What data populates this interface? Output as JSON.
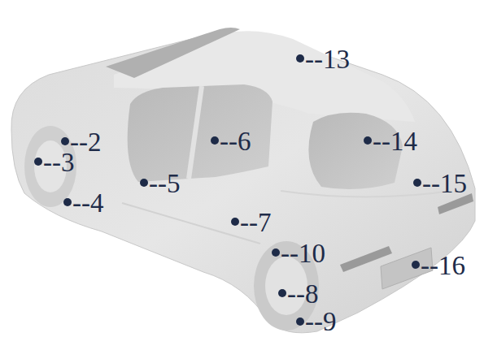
{
  "diagram": {
    "labels": [
      "--2",
      "--3",
      "--4",
      "--5",
      "--6",
      "--7",
      "--10",
      "--8",
      "--9",
      "--13",
      "--14",
      "--15",
      "--16"
    ]
  }
}
